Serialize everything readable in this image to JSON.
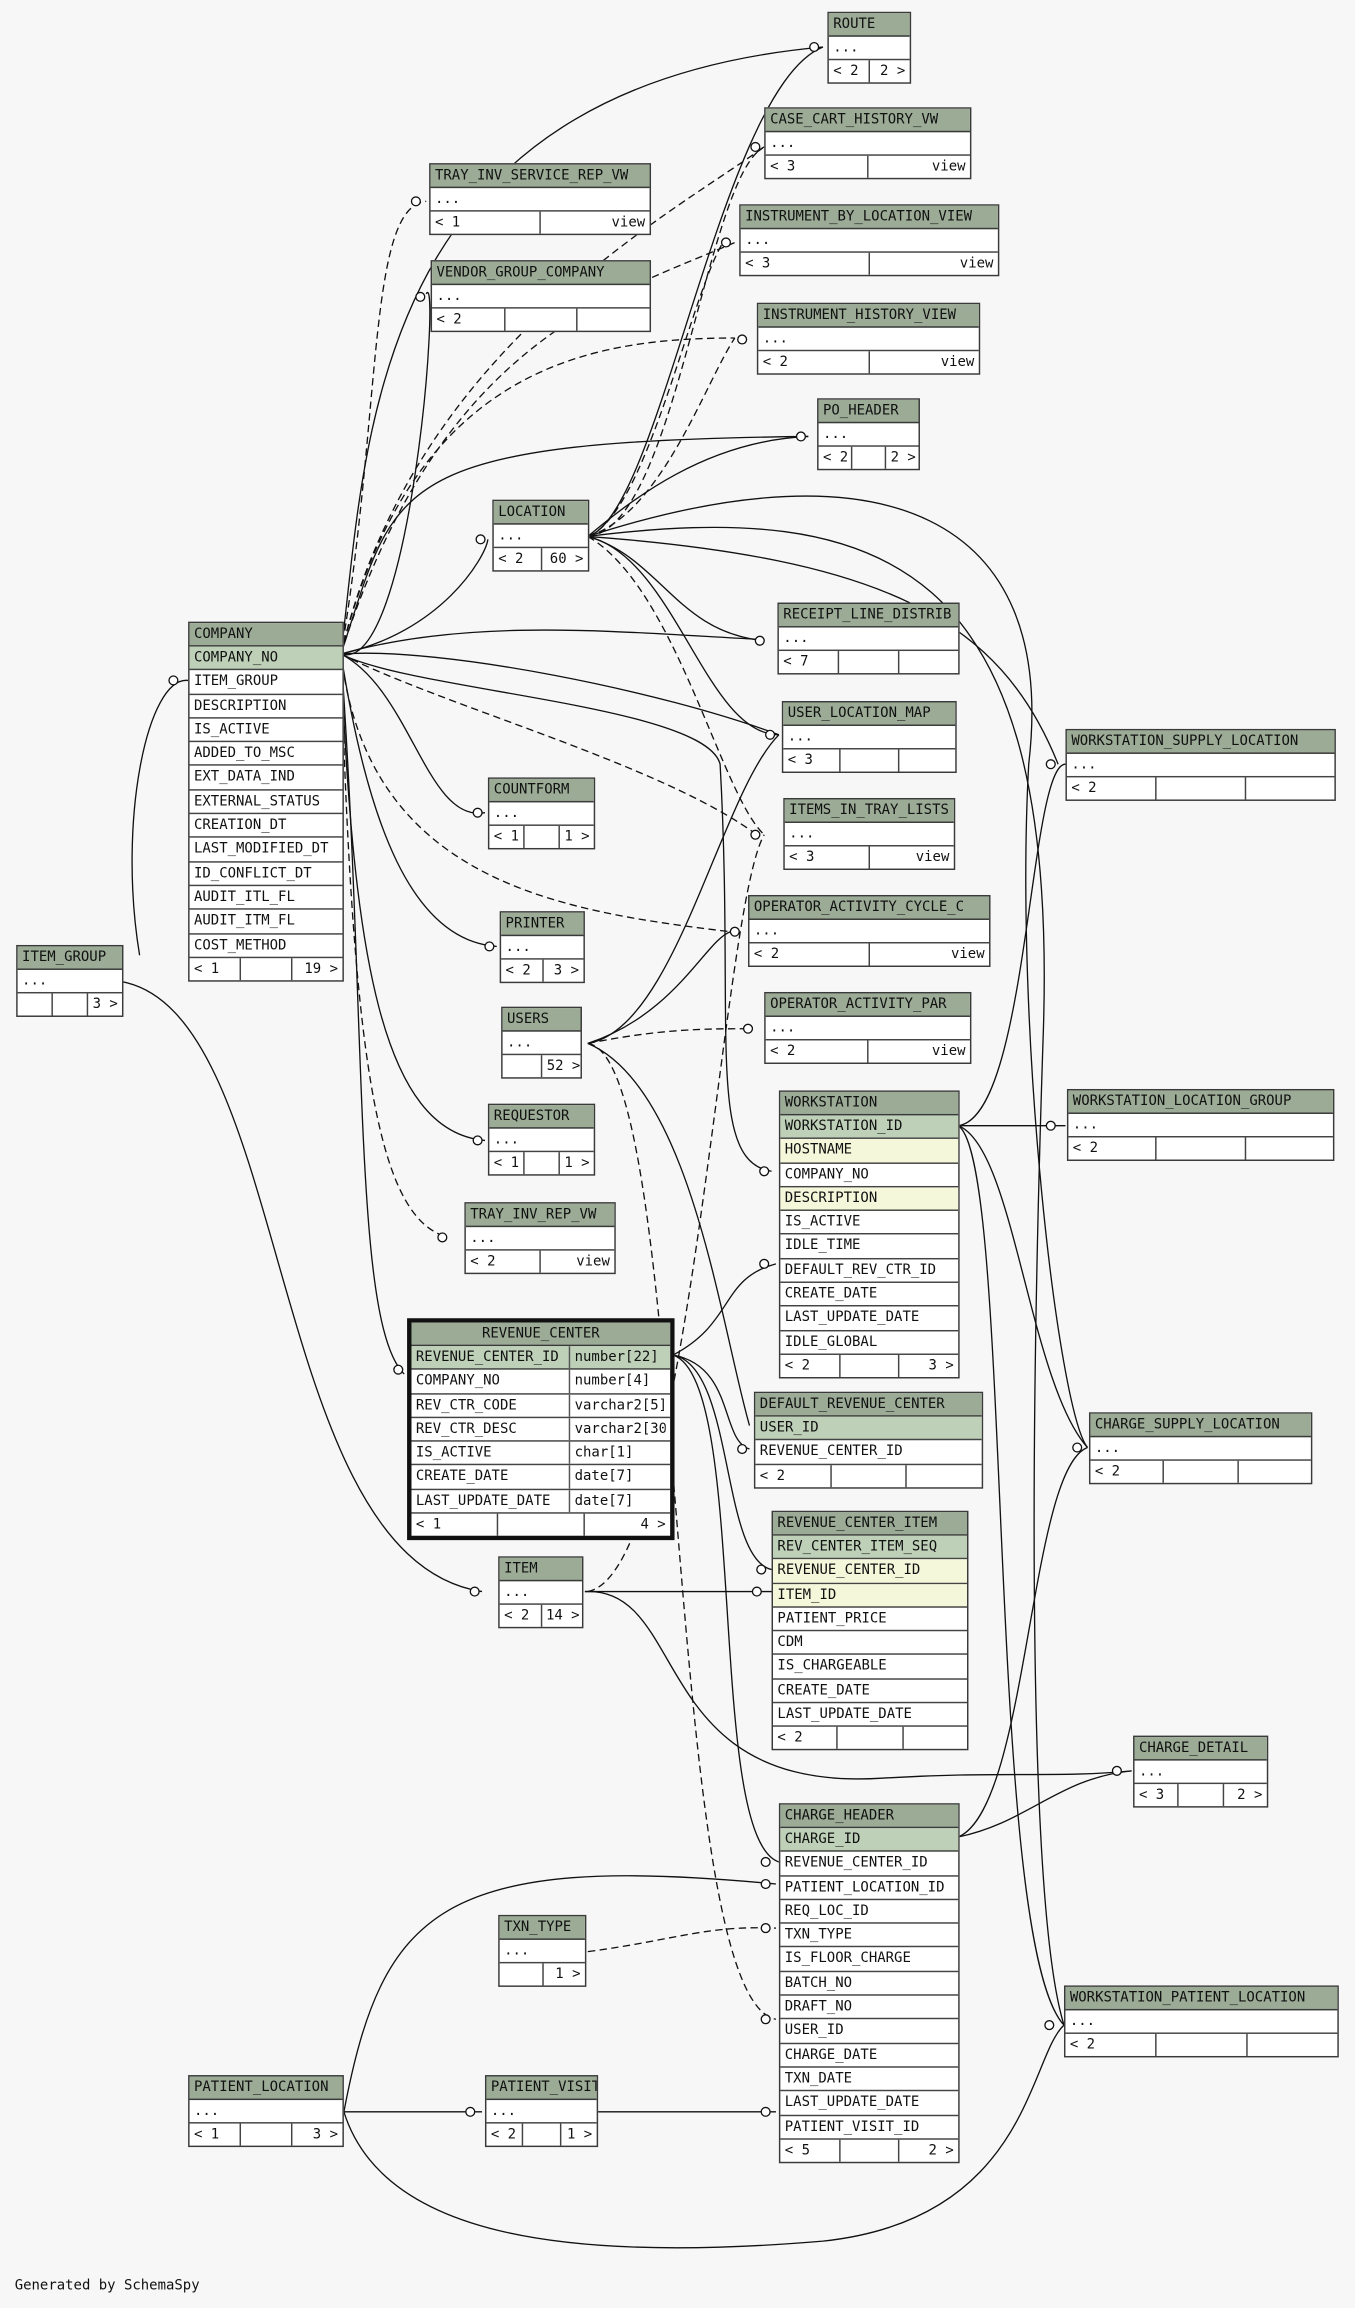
{
  "footer": "Generated by SchemaSpy",
  "tables": {
    "route": {
      "name": "ROUTE",
      "rows": [
        "..."
      ],
      "footer": [
        "< 2",
        "2 >"
      ]
    },
    "case_cart": {
      "name": "CASE_CART_HISTORY_VW",
      "rows": [
        "..."
      ],
      "footer": [
        "< 3",
        "view"
      ]
    },
    "tray_inv_service": {
      "name": "TRAY_INV_SERVICE_REP_VW",
      "rows": [
        "..."
      ],
      "footer": [
        "< 1",
        "view"
      ]
    },
    "instrument_by_location": {
      "name": "INSTRUMENT_BY_LOCATION_VIEW",
      "rows": [
        "..."
      ],
      "footer": [
        "< 3",
        "view"
      ]
    },
    "vendor_group_company": {
      "name": "VENDOR_GROUP_COMPANY",
      "rows": [
        "..."
      ],
      "footer": [
        "< 2",
        "",
        ""
      ]
    },
    "instrument_history": {
      "name": "INSTRUMENT_HISTORY_VIEW",
      "rows": [
        "..."
      ],
      "footer": [
        "< 2",
        "view"
      ]
    },
    "po_header": {
      "name": "PO_HEADER",
      "rows": [
        "..."
      ],
      "footer": [
        "< 2",
        "",
        "2 >"
      ]
    },
    "location": {
      "name": "LOCATION",
      "rows": [
        "..."
      ],
      "footer": [
        "< 2",
        "60 >"
      ]
    },
    "receipt_line_distrib": {
      "name": "RECEIPT_LINE_DISTRIB",
      "rows": [
        "..."
      ],
      "footer": [
        "< 7",
        "",
        ""
      ]
    },
    "company": {
      "name": "COMPANY",
      "rows": [
        "COMPANY_NO",
        "ITEM_GROUP",
        "DESCRIPTION",
        "IS_ACTIVE",
        "ADDED_TO_MSC",
        "EXT_DATA_IND",
        "EXTERNAL_STATUS",
        "CREATION_DT",
        "LAST_MODIFIED_DT",
        "ID_CONFLICT_DT",
        "AUDIT_ITL_FL",
        "AUDIT_ITM_FL",
        "COST_METHOD"
      ],
      "footer": [
        "< 1",
        "",
        "19 >"
      ]
    },
    "user_location_map": {
      "name": "USER_LOCATION_MAP",
      "rows": [
        "..."
      ],
      "footer": [
        "< 3",
        "",
        ""
      ]
    },
    "workstation_supply_location": {
      "name": "WORKSTATION_SUPPLY_LOCATION",
      "rows": [
        "..."
      ],
      "footer": [
        "< 2",
        "",
        ""
      ]
    },
    "countform": {
      "name": "COUNTFORM",
      "rows": [
        "..."
      ],
      "footer": [
        "< 1",
        "",
        "1 >"
      ]
    },
    "items_in_tray_lists": {
      "name": "ITEMS_IN_TRAY_LISTS",
      "rows": [
        "..."
      ],
      "footer": [
        "< 3",
        "view"
      ]
    },
    "operator_activity_cycle": {
      "name": "OPERATOR_ACTIVITY_CYCLE_C",
      "rows": [
        "..."
      ],
      "footer": [
        "< 2",
        "view"
      ]
    },
    "printer": {
      "name": "PRINTER",
      "rows": [
        "..."
      ],
      "footer": [
        "< 2",
        "3 >"
      ]
    },
    "item_group": {
      "name": "ITEM_GROUP",
      "rows": [
        "..."
      ],
      "footer": [
        "",
        "",
        "3 >"
      ]
    },
    "users": {
      "name": "USERS",
      "rows": [
        "..."
      ],
      "footer": [
        "",
        "52 >"
      ]
    },
    "operator_activity_par": {
      "name": "OPERATOR_ACTIVITY_PAR",
      "rows": [
        "..."
      ],
      "footer": [
        "< 2",
        "view"
      ]
    },
    "workstation": {
      "name": "WORKSTATION",
      "rows": [
        "WORKSTATION_ID",
        "HOSTNAME",
        "COMPANY_NO",
        "DESCRIPTION",
        "IS_ACTIVE",
        "IDLE_TIME",
        "DEFAULT_REV_CTR_ID",
        "CREATE_DATE",
        "LAST_UPDATE_DATE",
        "IDLE_GLOBAL"
      ],
      "footer": [
        "< 2",
        "",
        "3 >"
      ]
    },
    "workstation_location_group": {
      "name": "WORKSTATION_LOCATION_GROUP",
      "rows": [
        "..."
      ],
      "footer": [
        "< 2",
        "",
        ""
      ]
    },
    "requestor": {
      "name": "REQUESTOR",
      "rows": [
        "..."
      ],
      "footer": [
        "< 1",
        "",
        "1 >"
      ]
    },
    "tray_inv_rep": {
      "name": "TRAY_INV_REP_VW",
      "rows": [
        "..."
      ],
      "footer": [
        "< 2",
        "view"
      ]
    },
    "revenue_center": {
      "name": "REVENUE_CENTER",
      "rows": [
        "REVENUE_CENTER_ID",
        "COMPANY_NO",
        "REV_CTR_CODE",
        "REV_CTR_DESC",
        "IS_ACTIVE",
        "CREATE_DATE",
        "LAST_UPDATE_DATE"
      ],
      "types": [
        "number[22]",
        "number[4]",
        "varchar2[5]",
        "varchar2[30",
        "char[1]",
        "date[7]",
        "date[7]"
      ],
      "footer": [
        "< 1",
        "",
        "4 >"
      ]
    },
    "default_revenue_center": {
      "name": "DEFAULT_REVENUE_CENTER",
      "rows": [
        "USER_ID",
        "REVENUE_CENTER_ID"
      ],
      "footer": [
        "< 2",
        "",
        ""
      ]
    },
    "charge_supply_location": {
      "name": "CHARGE_SUPPLY_LOCATION",
      "rows": [
        "..."
      ],
      "footer": [
        "< 2",
        "",
        ""
      ]
    },
    "revenue_center_item": {
      "name": "REVENUE_CENTER_ITEM",
      "rows": [
        "REV_CENTER_ITEM_SEQ",
        "REVENUE_CENTER_ID",
        "ITEM_ID",
        "PATIENT_PRICE",
        "CDM",
        "IS_CHARGEABLE",
        "CREATE_DATE",
        "LAST_UPDATE_DATE"
      ],
      "footer": [
        "< 2",
        "",
        ""
      ]
    },
    "item": {
      "name": "ITEM",
      "rows": [
        "..."
      ],
      "footer": [
        "< 2",
        "14 >"
      ]
    },
    "charge_detail": {
      "name": "CHARGE_DETAIL",
      "rows": [
        "..."
      ],
      "footer": [
        "< 3",
        "",
        "2 >"
      ]
    },
    "charge_header": {
      "name": "CHARGE_HEADER",
      "rows": [
        "CHARGE_ID",
        "REVENUE_CENTER_ID",
        "PATIENT_LOCATION_ID",
        "REQ_LOC_ID",
        "TXN_TYPE",
        "IS_FLOOR_CHARGE",
        "BATCH_NO",
        "DRAFT_NO",
        "USER_ID",
        "CHARGE_DATE",
        "TXN_DATE",
        "LAST_UPDATE_DATE",
        "PATIENT_VISIT_ID"
      ],
      "footer": [
        "< 5",
        "",
        "2 >"
      ]
    },
    "txn_type": {
      "name": "TXN_TYPE",
      "rows": [
        "..."
      ],
      "footer": [
        "",
        "1 >"
      ]
    },
    "workstation_patient_location": {
      "name": "WORKSTATION_PATIENT_LOCATION",
      "rows": [
        "..."
      ],
      "footer": [
        "< 2",
        "",
        ""
      ]
    },
    "patient_location": {
      "name": "PATIENT_LOCATION",
      "rows": [
        "..."
      ],
      "footer": [
        "< 1",
        "",
        "3 >"
      ]
    },
    "patient_visit": {
      "name": "PATIENT_VISIT",
      "rows": [
        "..."
      ],
      "footer": [
        "< 2",
        "",
        "1 >"
      ]
    }
  }
}
